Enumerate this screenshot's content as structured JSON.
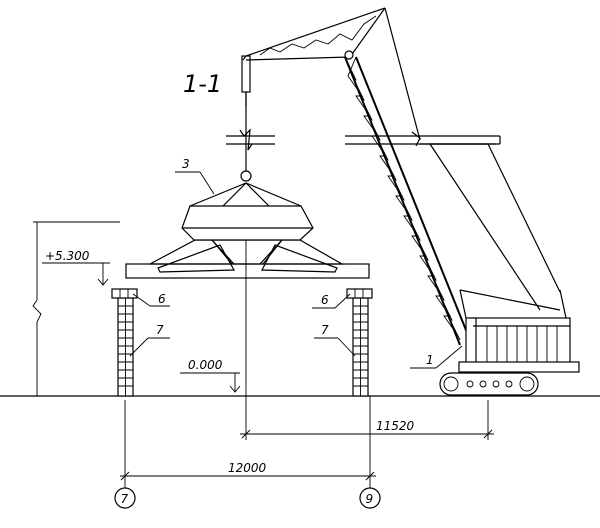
{
  "section_title": "1-1",
  "elevations": {
    "top": "+5.300",
    "ground": "0.000"
  },
  "dimensions": {
    "crane_reach": "11520",
    "column_span": "12000"
  },
  "axis_markers": {
    "left": "7",
    "right": "9"
  },
  "callouts": {
    "crane": "1",
    "bunker": "3",
    "left_bracket": "6",
    "left_column": "7",
    "right_bracket": "6",
    "right_column": "7"
  }
}
